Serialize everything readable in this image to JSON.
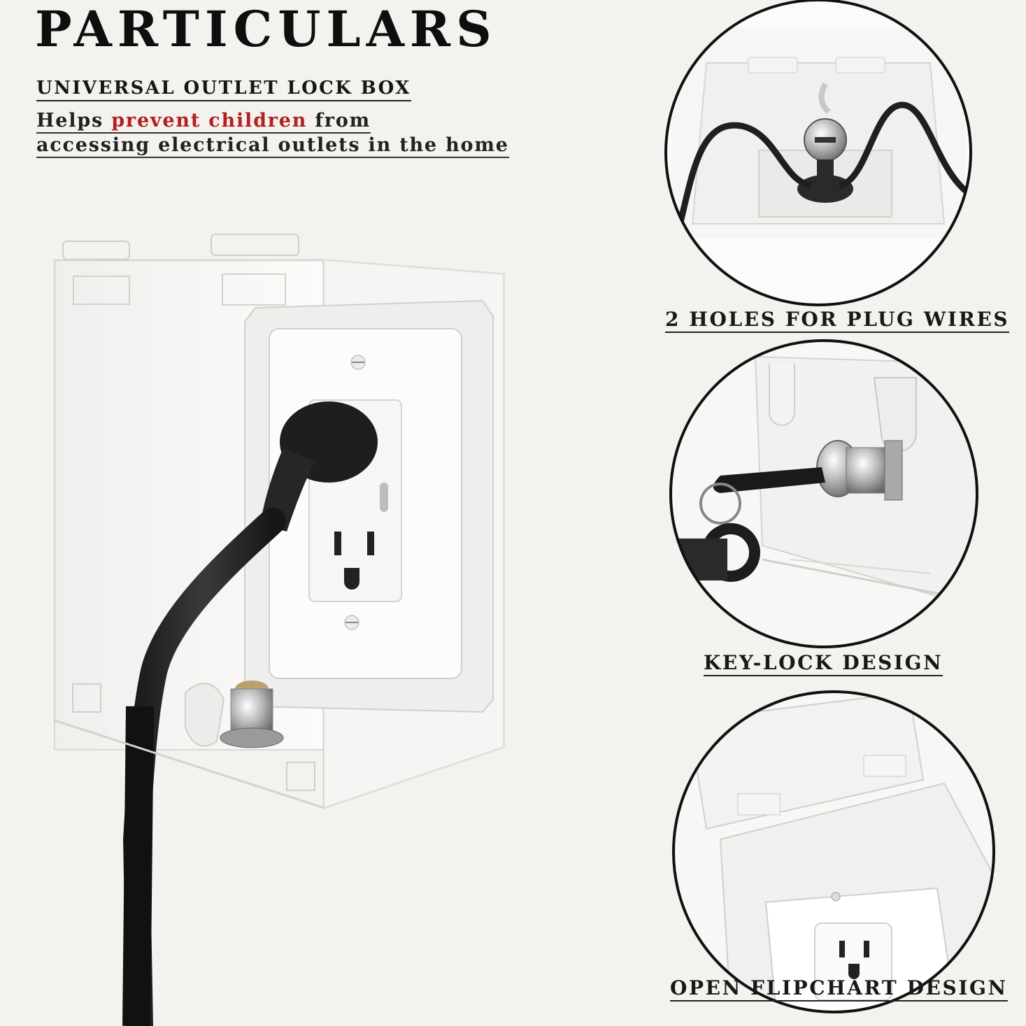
{
  "header": {
    "title": "PARTICULARS",
    "subtitle": "UNIVERSAL OUTLET LOCK BOX",
    "tagline_prefix": "Helps ",
    "tagline_highlight": "prevent children",
    "tagline_mid": " from",
    "tagline_line2": "accessing electrical outlets in the home"
  },
  "features": [
    {
      "caption": "2 HOLES FOR PLUG WIRES",
      "icon": "wires-detail-icon"
    },
    {
      "caption": "KEY-LOCK DESIGN",
      "icon": "key-lock-detail-icon"
    },
    {
      "caption": "OPEN FLIPCHART DESIGN",
      "icon": "open-flip-detail-icon"
    }
  ],
  "colors": {
    "background": "#f4f2ee",
    "text": "#111111",
    "highlight": "#b3201f"
  }
}
